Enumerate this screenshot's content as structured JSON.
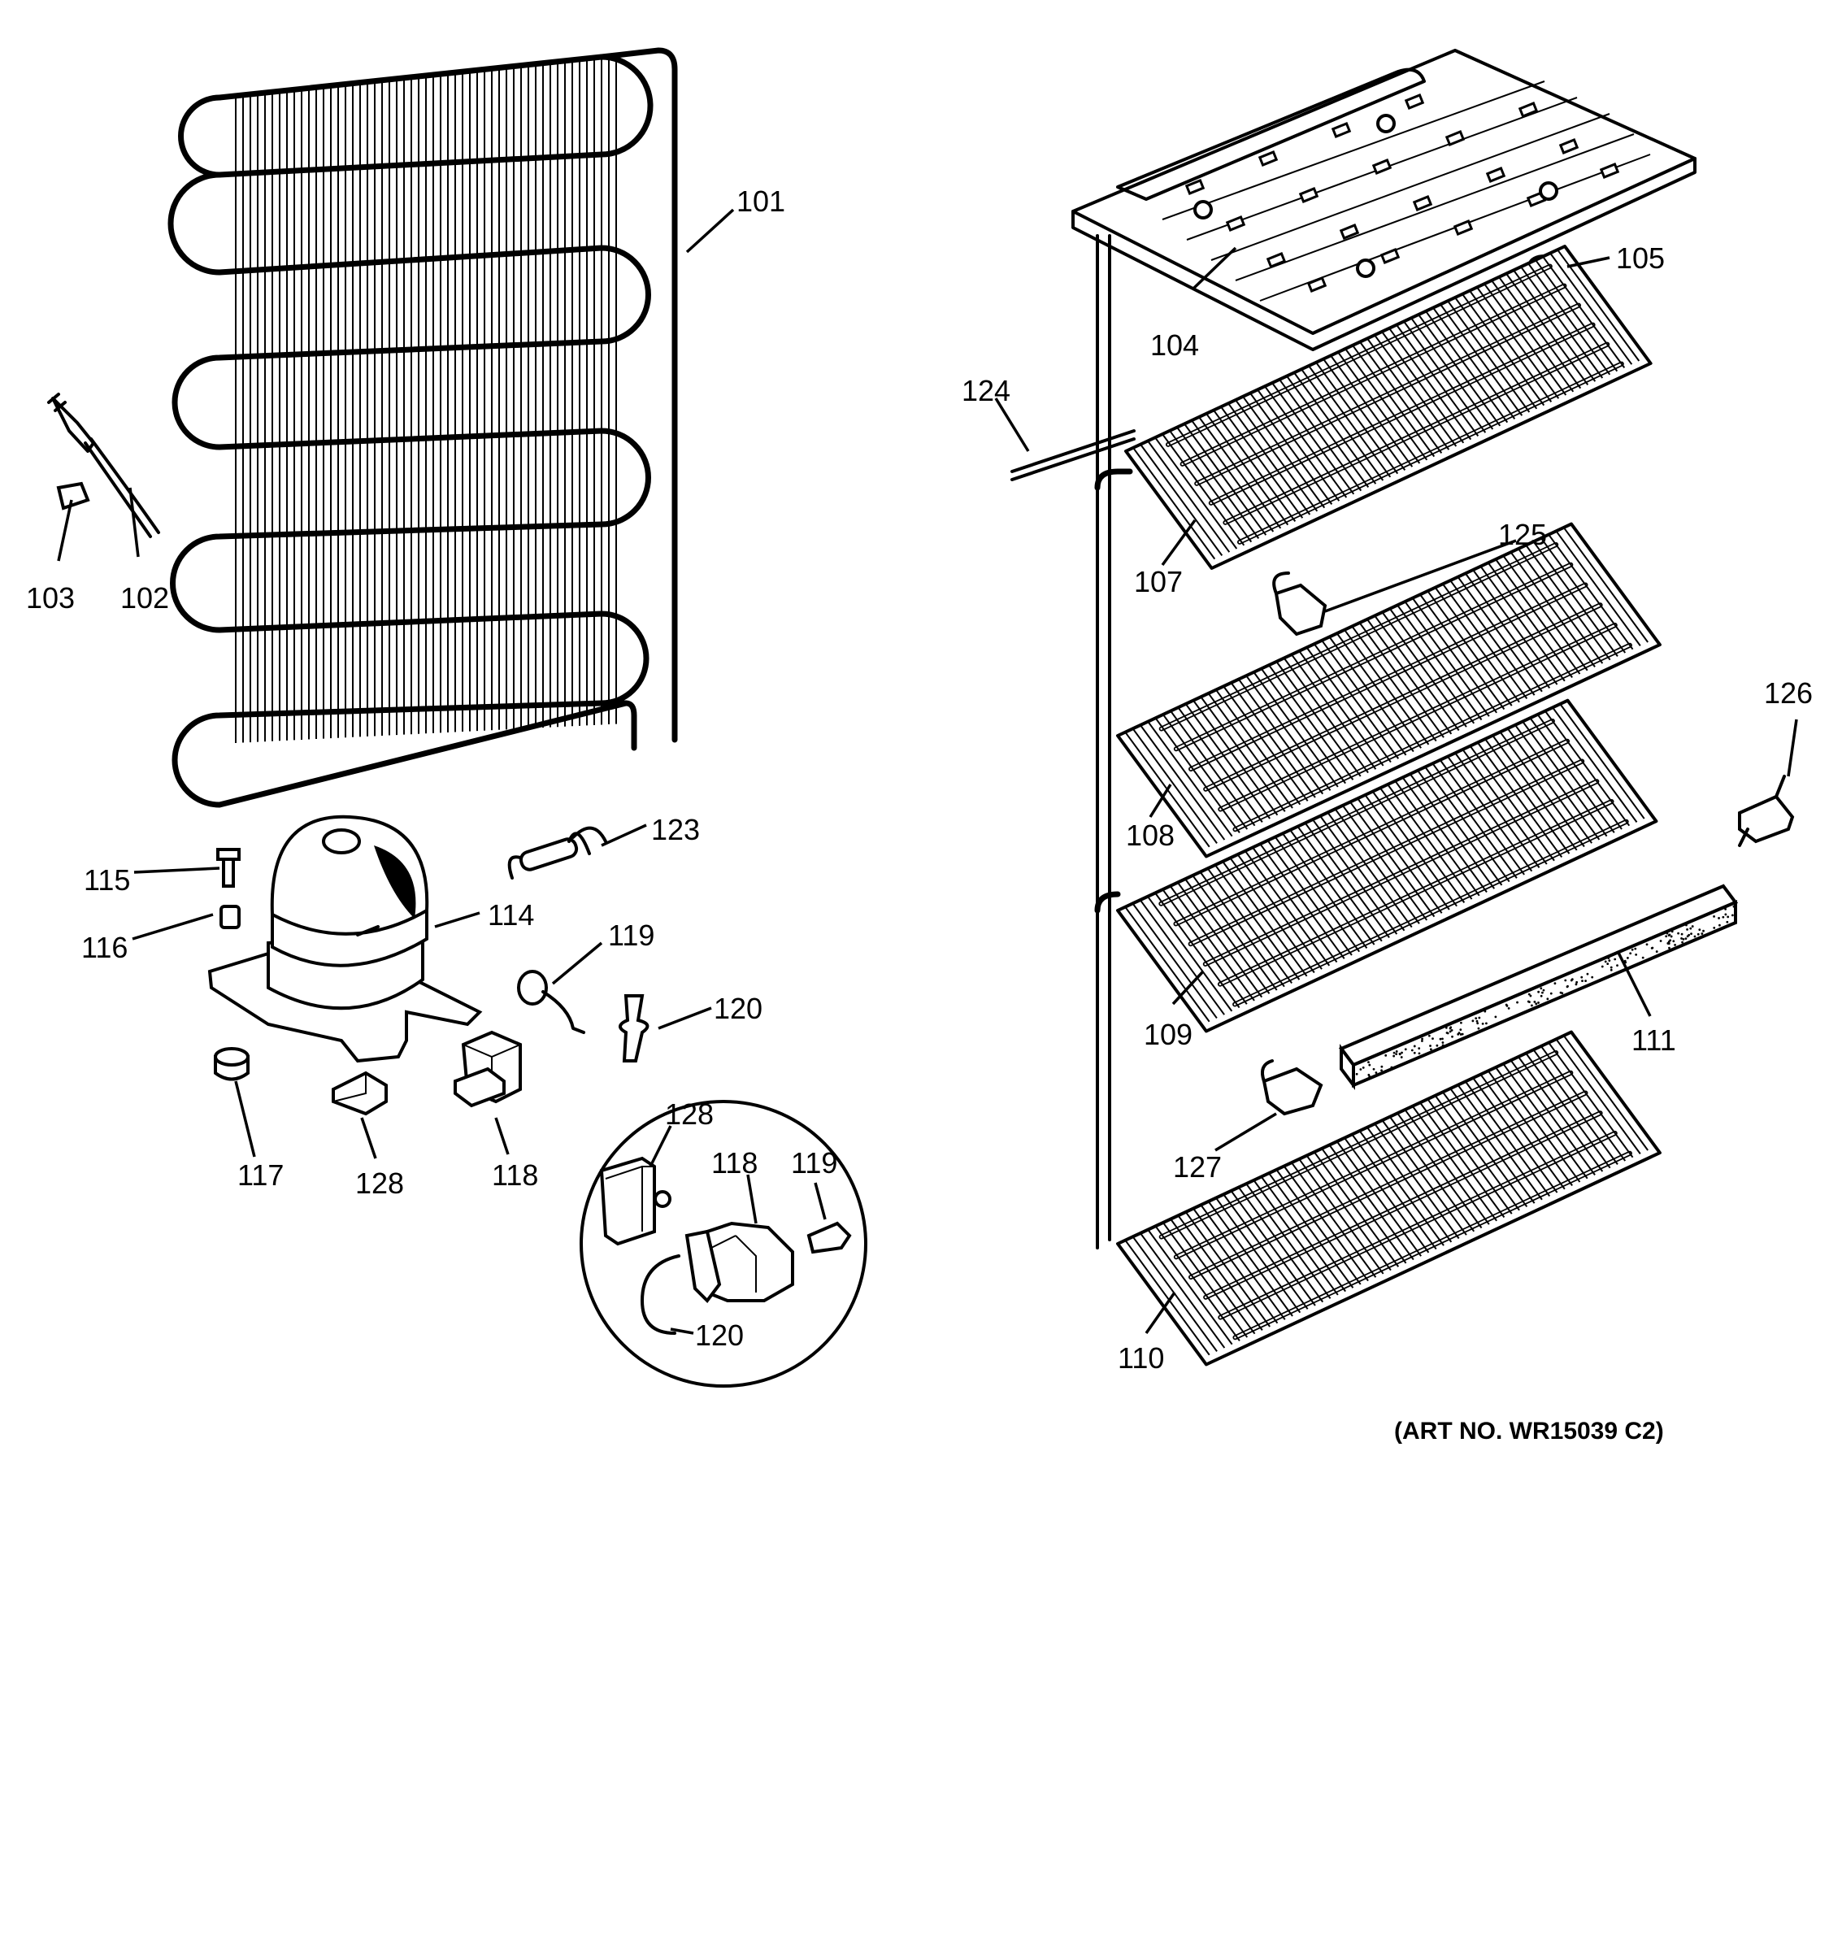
{
  "callouts": {
    "c101": "101",
    "c102": "102",
    "c103": "103",
    "c104": "104",
    "c105": "105",
    "c107": "107",
    "c108": "108",
    "c109": "109",
    "c110": "110",
    "c111": "111",
    "c114": "114",
    "c115": "115",
    "c116": "116",
    "c117": "117",
    "c118a": "118",
    "c118b": "118",
    "c119a": "119",
    "c119b": "119",
    "c120a": "120",
    "c120b": "120",
    "c123": "123",
    "c124": "124",
    "c125": "125",
    "c126": "126",
    "c127": "127",
    "c128a": "128",
    "c128b": "128"
  },
  "art_number": "(ART NO. WR15039 C2)"
}
